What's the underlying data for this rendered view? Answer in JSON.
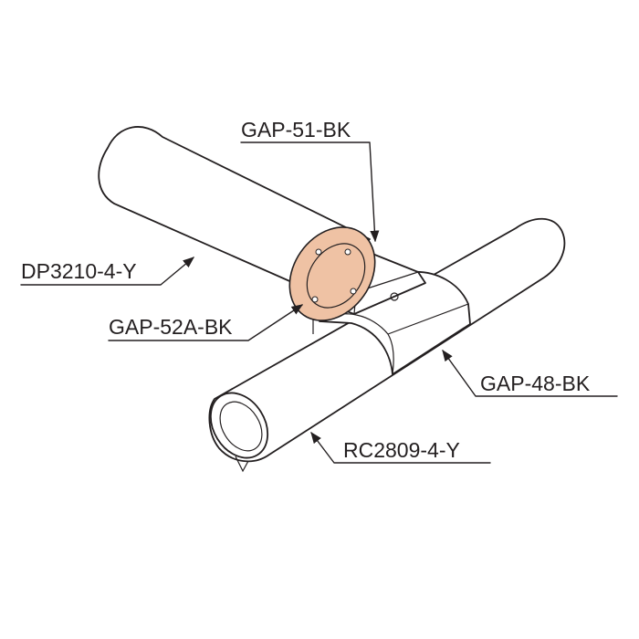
{
  "labels": {
    "gap51": "GAP-51-BK",
    "dp3210": "DP3210-4-Y",
    "gap52a": "GAP-52A-BK",
    "gap48": "GAP-48-BK",
    "rc2809": "RC2809-4-Y"
  },
  "colors": {
    "line": "#231f20",
    "flange": "#efc2a4",
    "background": "#ffffff"
  }
}
